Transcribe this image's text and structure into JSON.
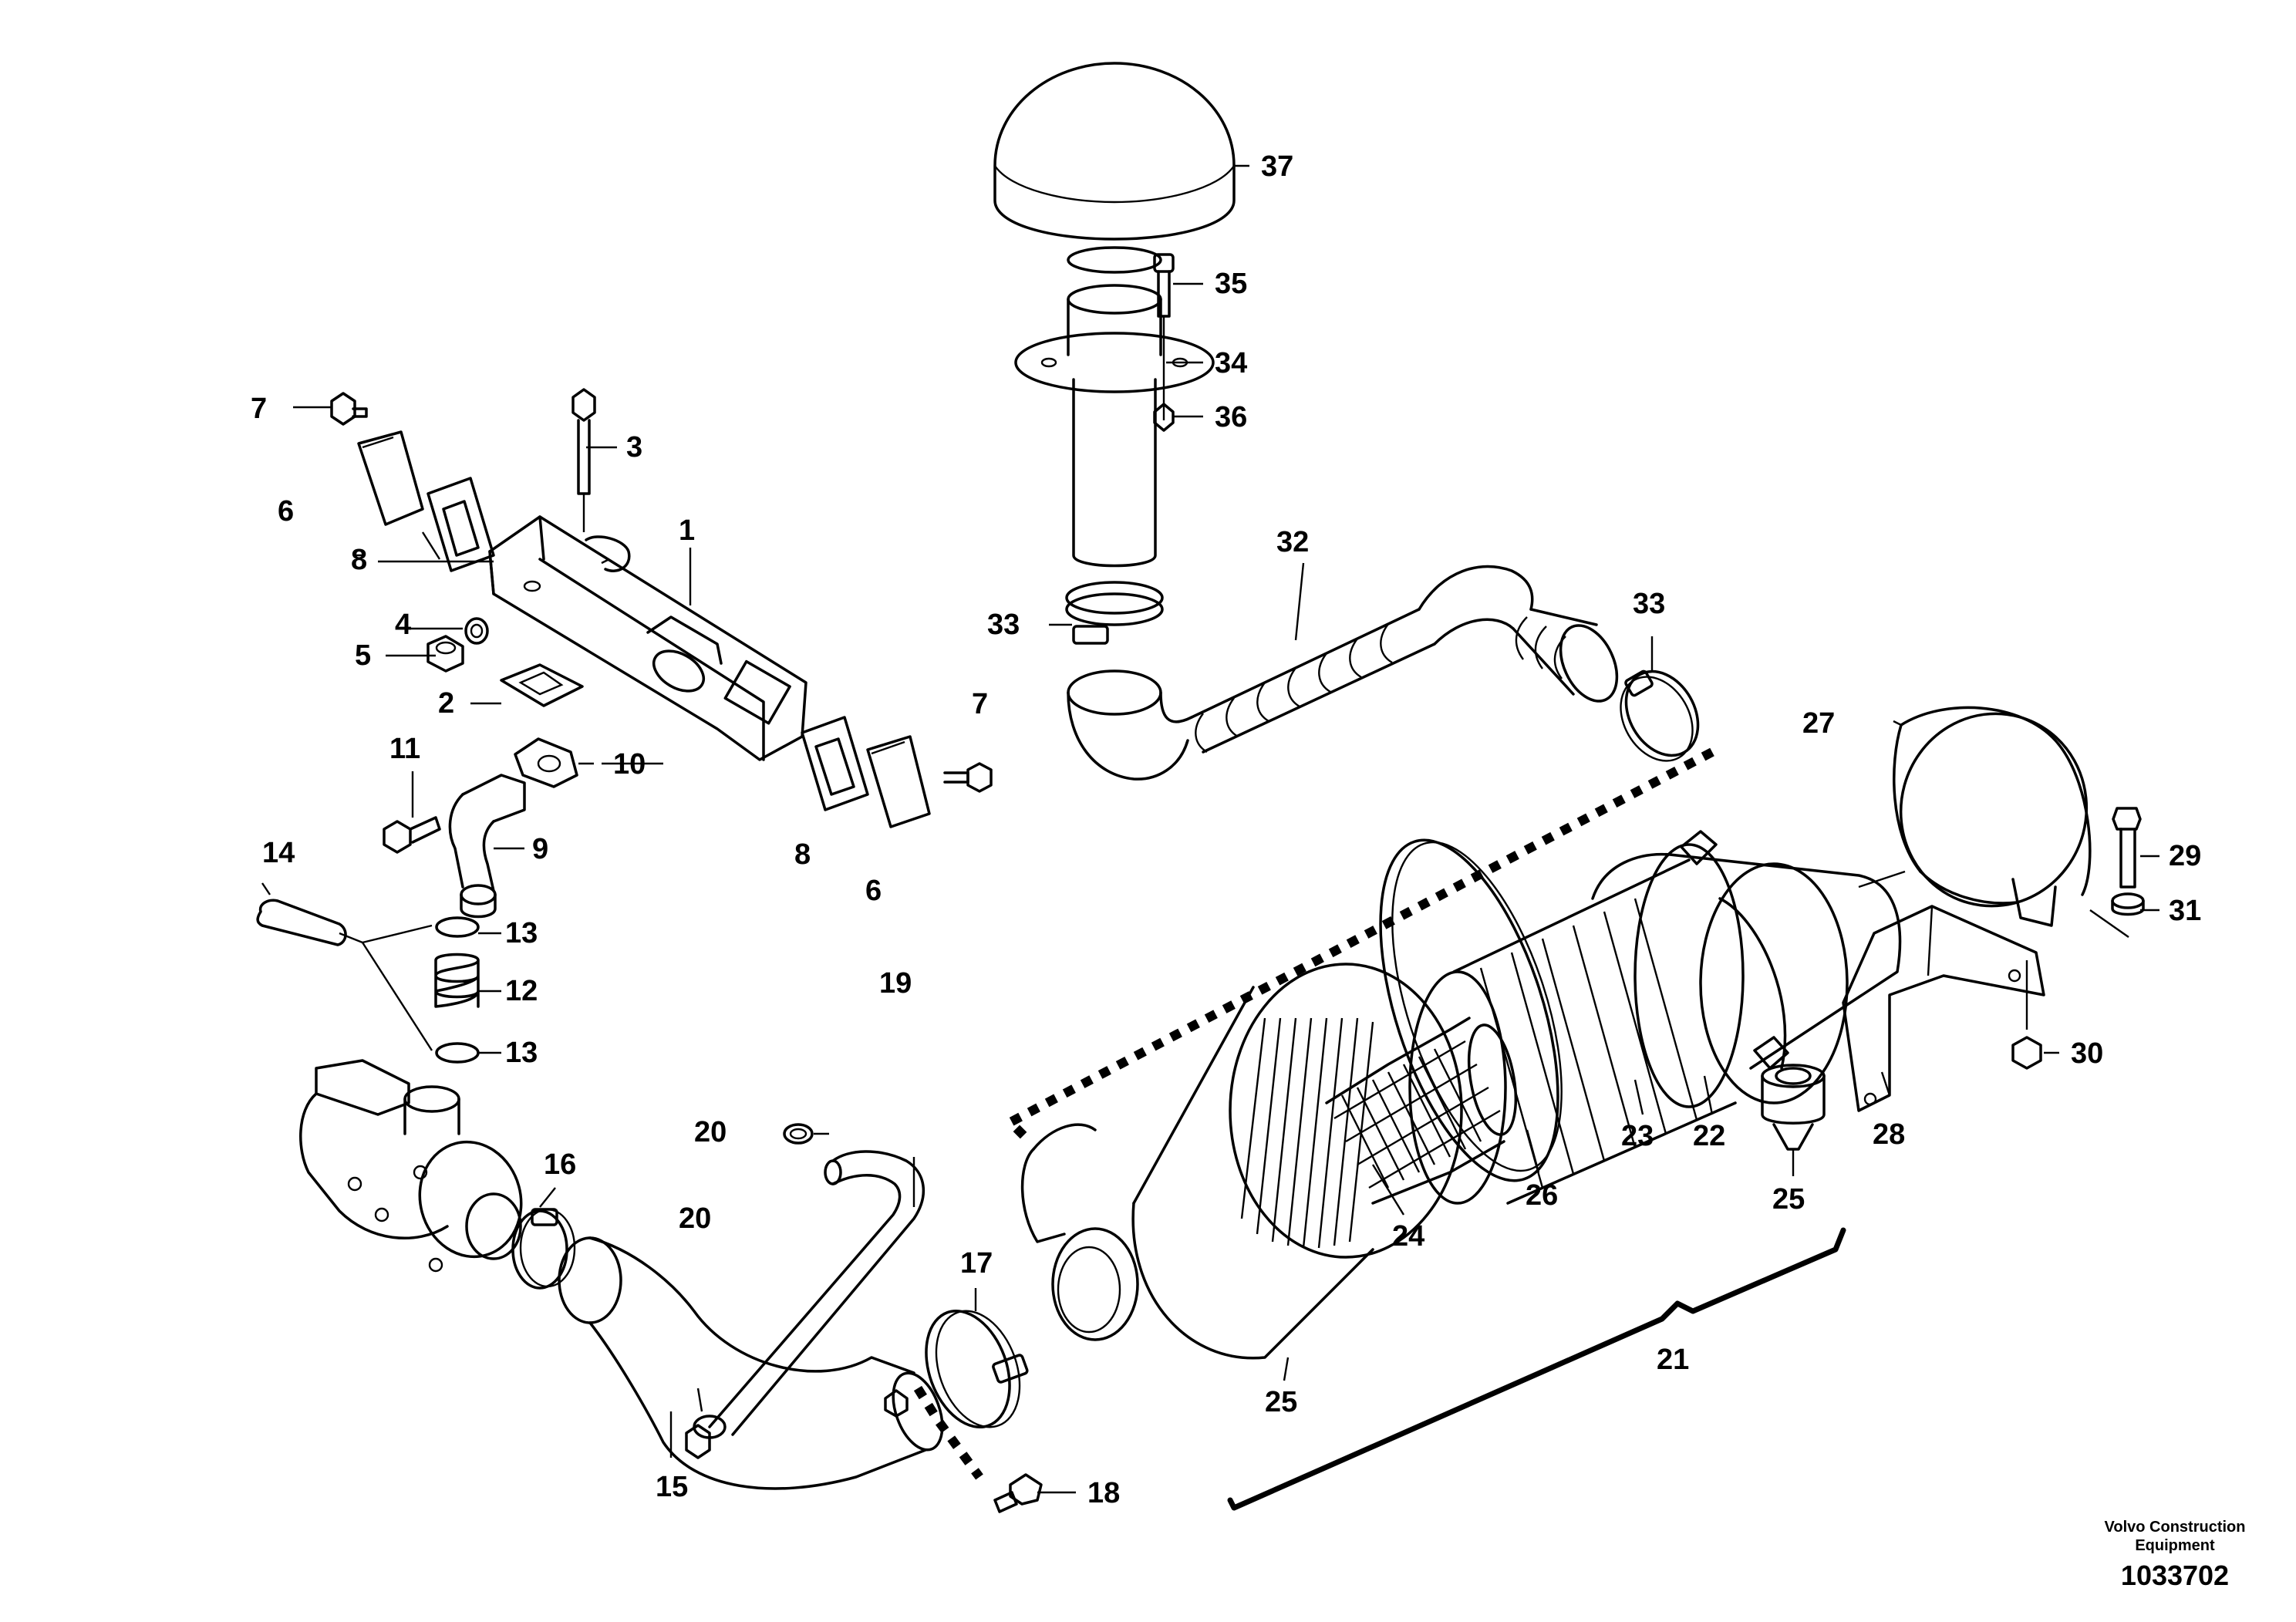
{
  "labels": {
    "l1": "1",
    "l2": "2",
    "l3": "3",
    "l4": "4",
    "l5": "5",
    "l6a": "6",
    "l6b": "6",
    "l7a": "7",
    "l7b": "7",
    "l8a": "8",
    "l8b": "8",
    "l9": "9",
    "l10": "10",
    "l11": "11",
    "l12": "12",
    "l13a": "13",
    "l13b": "13",
    "l14": "14",
    "l15": "15",
    "l16": "16",
    "l17": "17",
    "l18": "18",
    "l19": "19",
    "l20a": "20",
    "l20b": "20",
    "l21": "21",
    "l22": "22",
    "l23": "23",
    "l24": "24",
    "l25a": "25",
    "l25b": "25",
    "l26": "26",
    "l27": "27",
    "l28": "28",
    "l29": "29",
    "l30": "30",
    "l31": "31",
    "l32": "32",
    "l33a": "33",
    "l33b": "33",
    "l34": "34",
    "l35": "35",
    "l36": "36",
    "l37": "37"
  },
  "footer": {
    "company_line1": "Volvo Construction",
    "company_line2": "Equipment",
    "document_number": "1033702"
  }
}
